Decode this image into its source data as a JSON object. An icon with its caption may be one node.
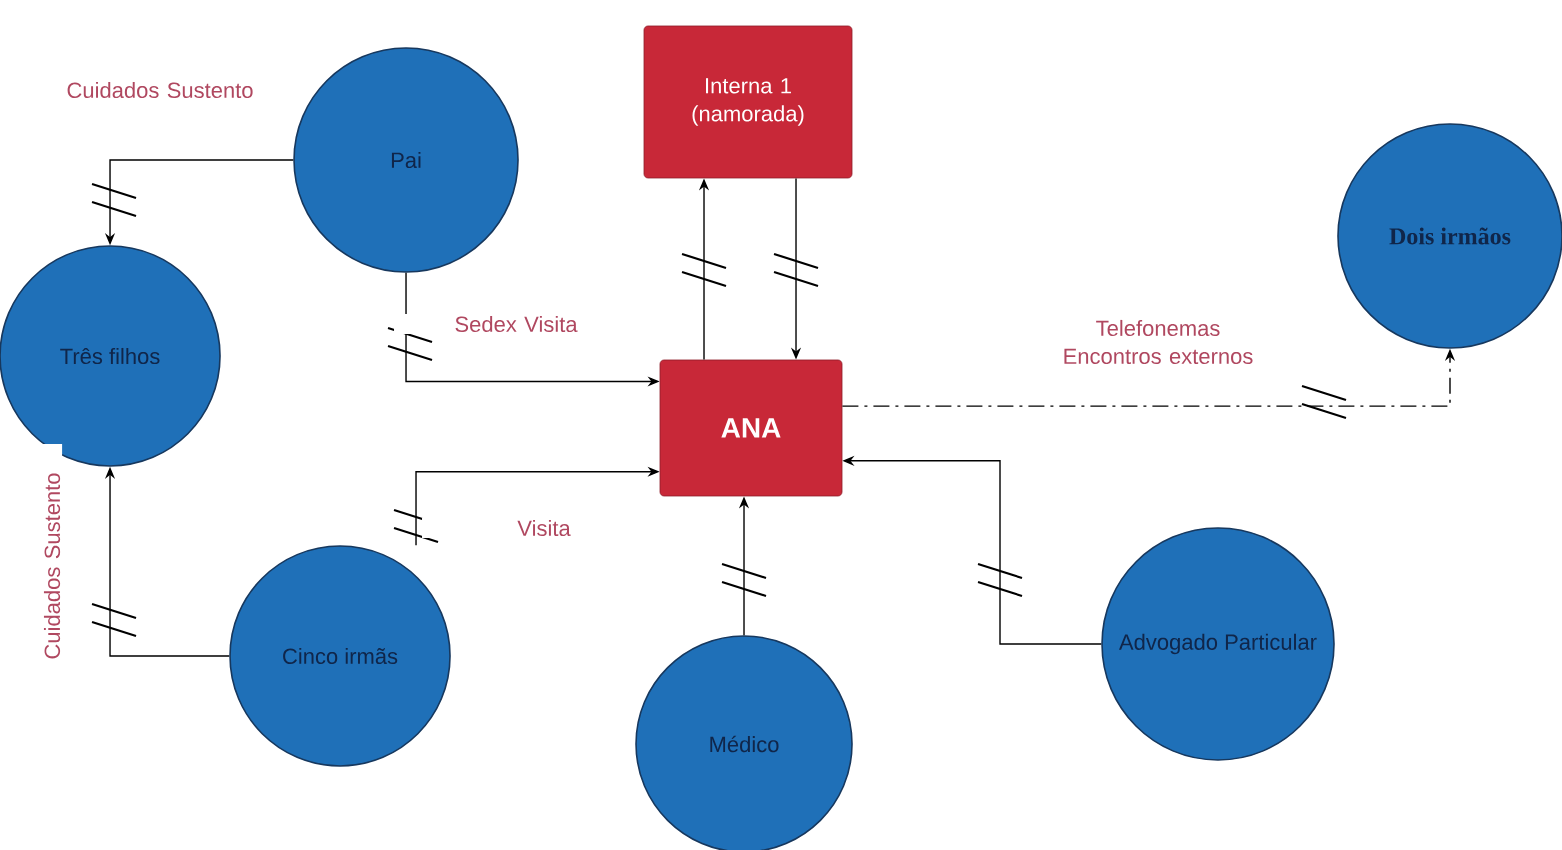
{
  "diagram": {
    "nodes": [
      {
        "text": [
          "Interna 1 (namorada)"
        ]
      },
      {
        "text": [
          "Pai"
        ]
      },
      {
        "text": [
          "Dois irmãos"
        ]
      },
      {
        "text": [
          "Três filhos"
        ]
      },
      {
        "text": [
          "ANA"
        ]
      },
      {
        "text": [
          "Cinco irmãs"
        ]
      },
      {
        "text": [
          "Médico"
        ]
      },
      {
        "text": [
          "Advogado Particular"
        ]
      }
    ],
    "edges": [
      {
        "from": 1,
        "to": 3,
        "arrow": "to",
        "label": "Cuidados Sustento"
      },
      {
        "from": 1,
        "to": 4,
        "arrow": "to",
        "label": "Sedex Visita"
      },
      {
        "from": 4,
        "to": 0,
        "arrow": "to"
      },
      {
        "from": 0,
        "to": 4,
        "arrow": "to"
      },
      {
        "from": 4,
        "to": 2,
        "arrow": "to",
        "label": "Telefonemas Encontros externos",
        "style": "dashed"
      },
      {
        "from": 5,
        "to": 3,
        "arrow": "to",
        "label": "Cuidados Sustento"
      },
      {
        "from": 5,
        "to": 4,
        "arrow": "to",
        "label": "Visita"
      },
      {
        "from": 6,
        "to": 4,
        "arrow": "to"
      },
      {
        "from": 7,
        "to": 4,
        "arrow": "to"
      }
    ]
  }
}
